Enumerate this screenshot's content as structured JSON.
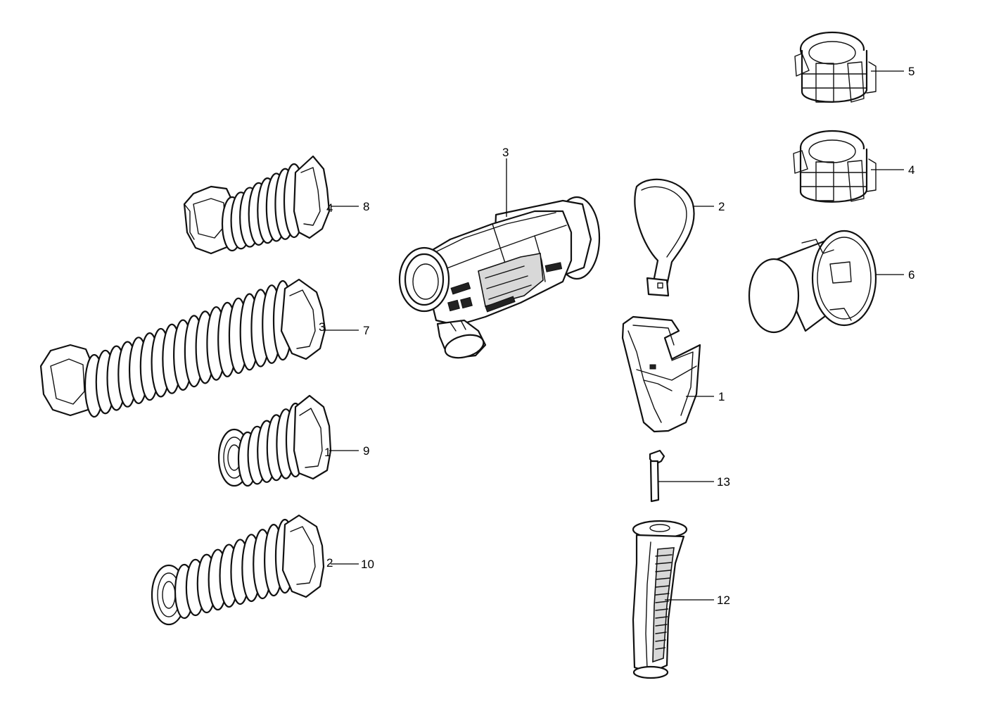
{
  "diagram": {
    "callouts": [
      {
        "id": "1",
        "label": "1"
      },
      {
        "id": "2",
        "label": "2"
      },
      {
        "id": "3",
        "label": "3"
      },
      {
        "id": "4",
        "label": "4"
      },
      {
        "id": "5",
        "label": "5"
      },
      {
        "id": "6",
        "label": "6"
      },
      {
        "id": "7",
        "label": "7"
      },
      {
        "id": "8",
        "label": "8"
      },
      {
        "id": "9",
        "label": "9"
      },
      {
        "id": "10",
        "label": "10"
      },
      {
        "id": "12",
        "label": "12"
      },
      {
        "id": "13",
        "label": "13"
      }
    ],
    "part_marks": {
      "bellows_8": "4",
      "bellows_7": "3",
      "bellows_9": "1",
      "bellows_10": "2"
    }
  },
  "colors": {
    "line": "#111111",
    "background": "#ffffff",
    "fill_dark": "#222222",
    "fill_grey": "#d8d8d8"
  }
}
